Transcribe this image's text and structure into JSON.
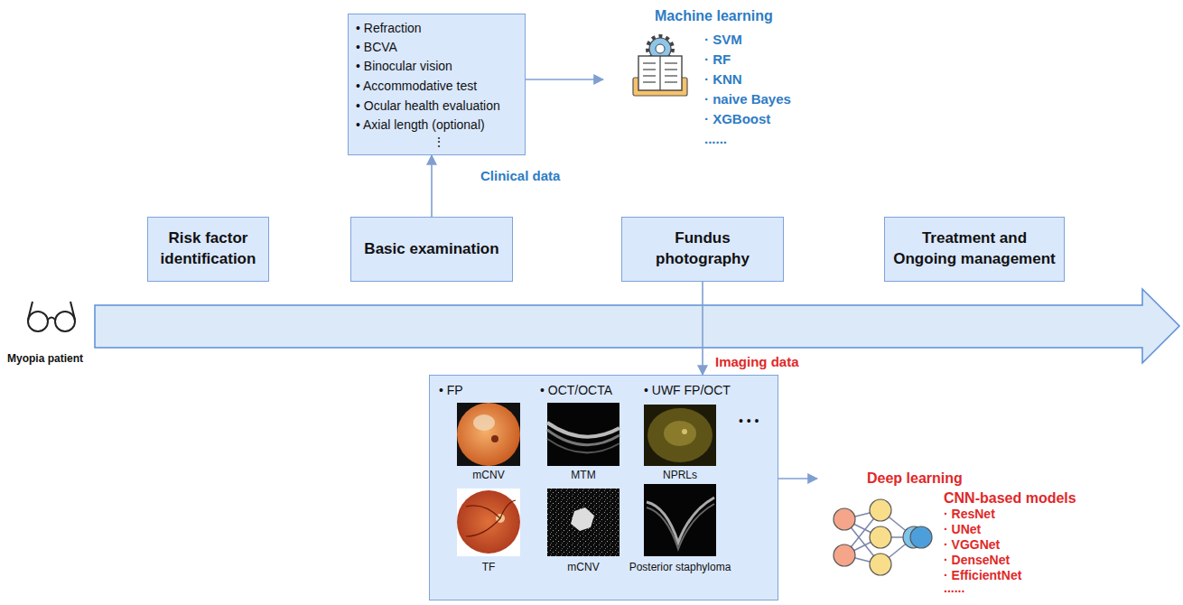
{
  "diagram": {
    "nodes": [
      {
        "text": [
          "Risk factor identification"
        ]
      },
      {
        "text": [
          "Basic examination"
        ]
      },
      {
        "text": [
          "Fundus photography"
        ]
      },
      {
        "text": [
          "Treatment and Ongoing management"
        ]
      },
      {
        "text": [
          "• Refraction",
          "• BCVA",
          "• Binocular vision",
          "• Accommodative test",
          "• Ocular health evaluation",
          "• Axial length (optional)",
          "⋮"
        ]
      },
      {
        "text": [
          "Machine learning",
          "· SVM",
          "· RF",
          "· KNN",
          "· naive Bayes",
          "· XGBoost",
          "......"
        ]
      },
      {
        "text": [
          "• FP",
          "• OCT/OCTA",
          "• UWF FP/OCT",
          "mCNV",
          "MTM",
          "NPRLs",
          "TF",
          "mCNV",
          "Posterior staphyloma",
          "• • •"
        ]
      },
      {
        "text": [
          "Deep learning",
          "CNN-based models",
          "· ResNet",
          "· UNet",
          "· VGGNet",
          "· DenseNet",
          "· EfficientNet",
          "......"
        ]
      }
    ],
    "edges": [
      {
        "from": 1,
        "to": 4,
        "arrow": "to",
        "label": "Clinical data"
      },
      {
        "from": 4,
        "to": 5,
        "arrow": "to"
      },
      {
        "from": 2,
        "to": 6,
        "arrow": "to",
        "label": "Imaging data"
      },
      {
        "from": 6,
        "to": 7,
        "arrow": "to"
      }
    ],
    "labels": [
      "Myopia patient"
    ]
  }
}
